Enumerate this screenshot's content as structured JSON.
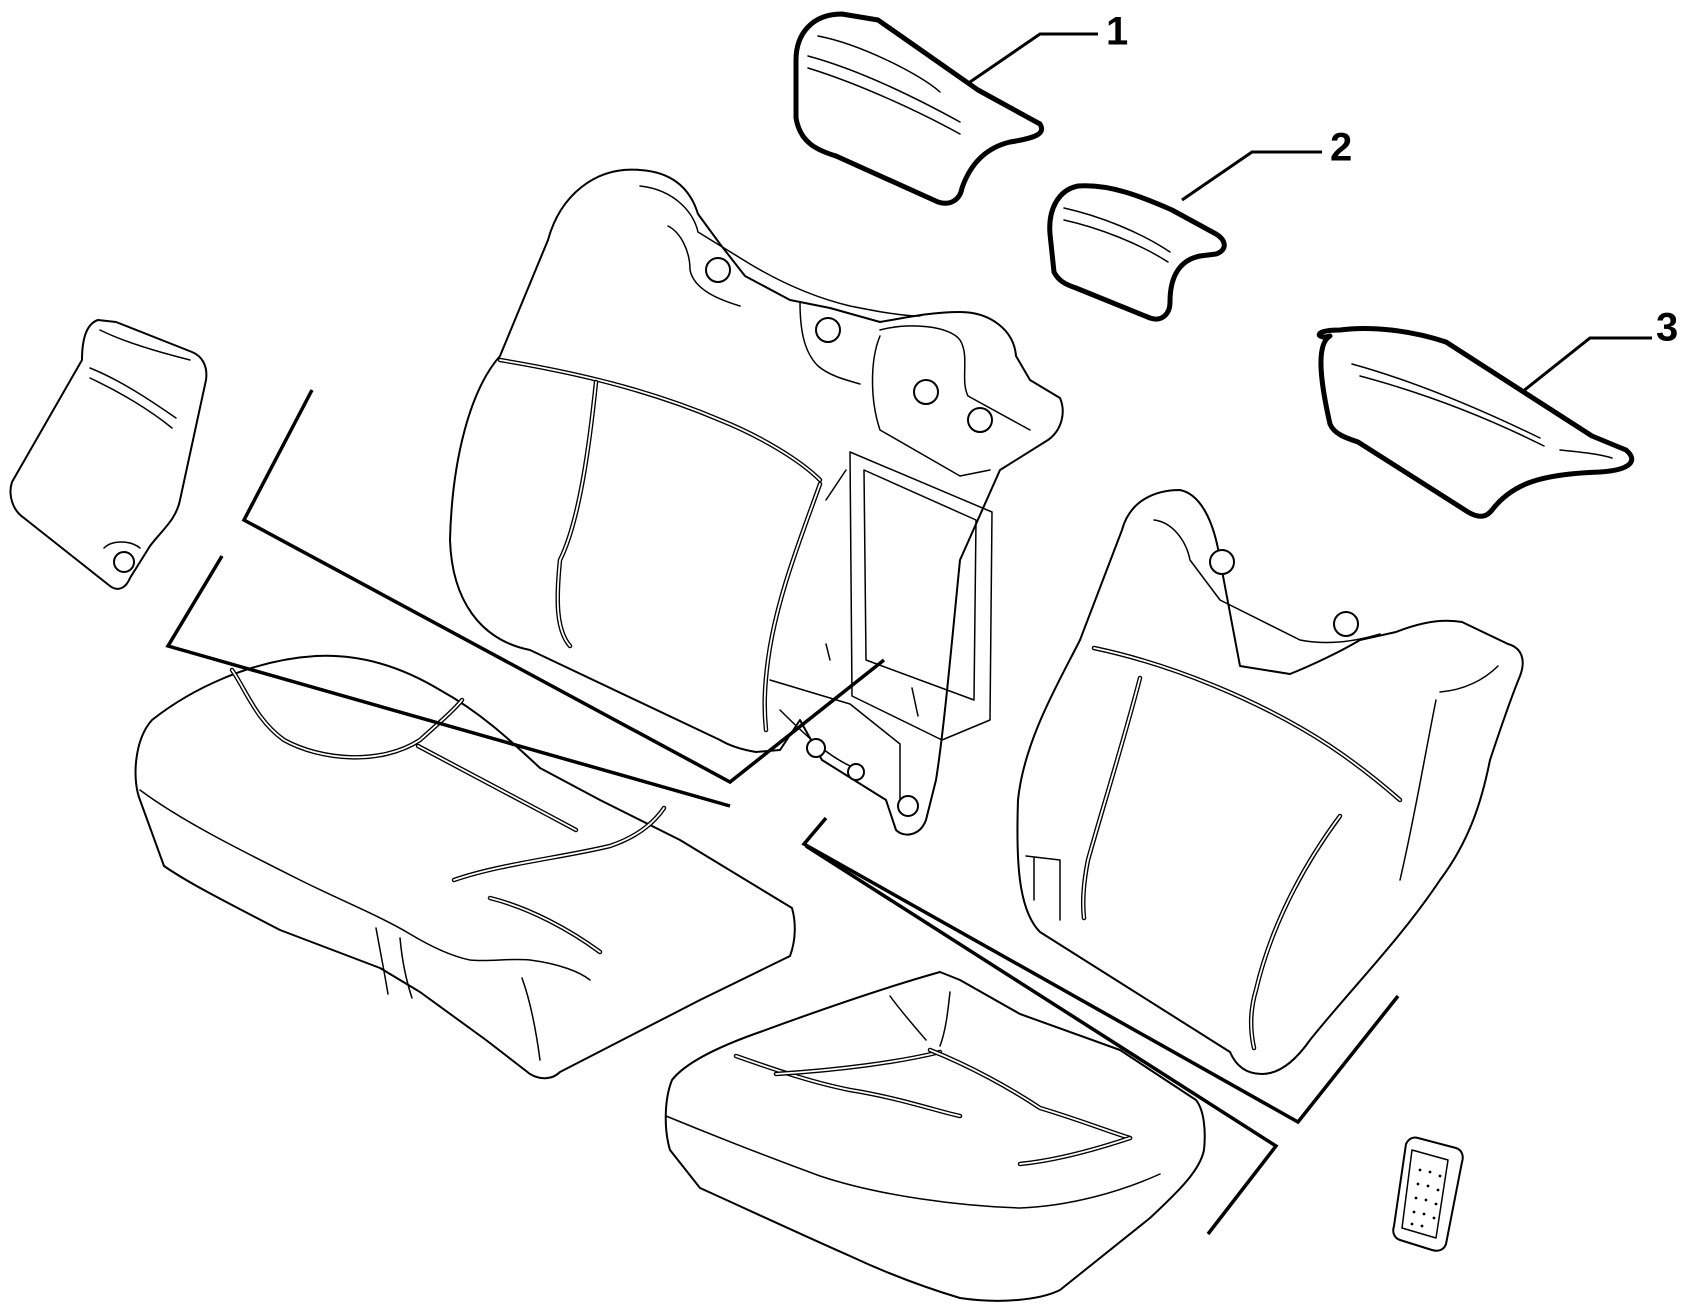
{
  "diagram": {
    "callouts": [
      {
        "id": "1",
        "label": "1"
      },
      {
        "id": "2",
        "label": "2"
      },
      {
        "id": "3",
        "label": "3"
      }
    ],
    "colors": {
      "line": "#000000",
      "background": "#ffffff"
    }
  }
}
